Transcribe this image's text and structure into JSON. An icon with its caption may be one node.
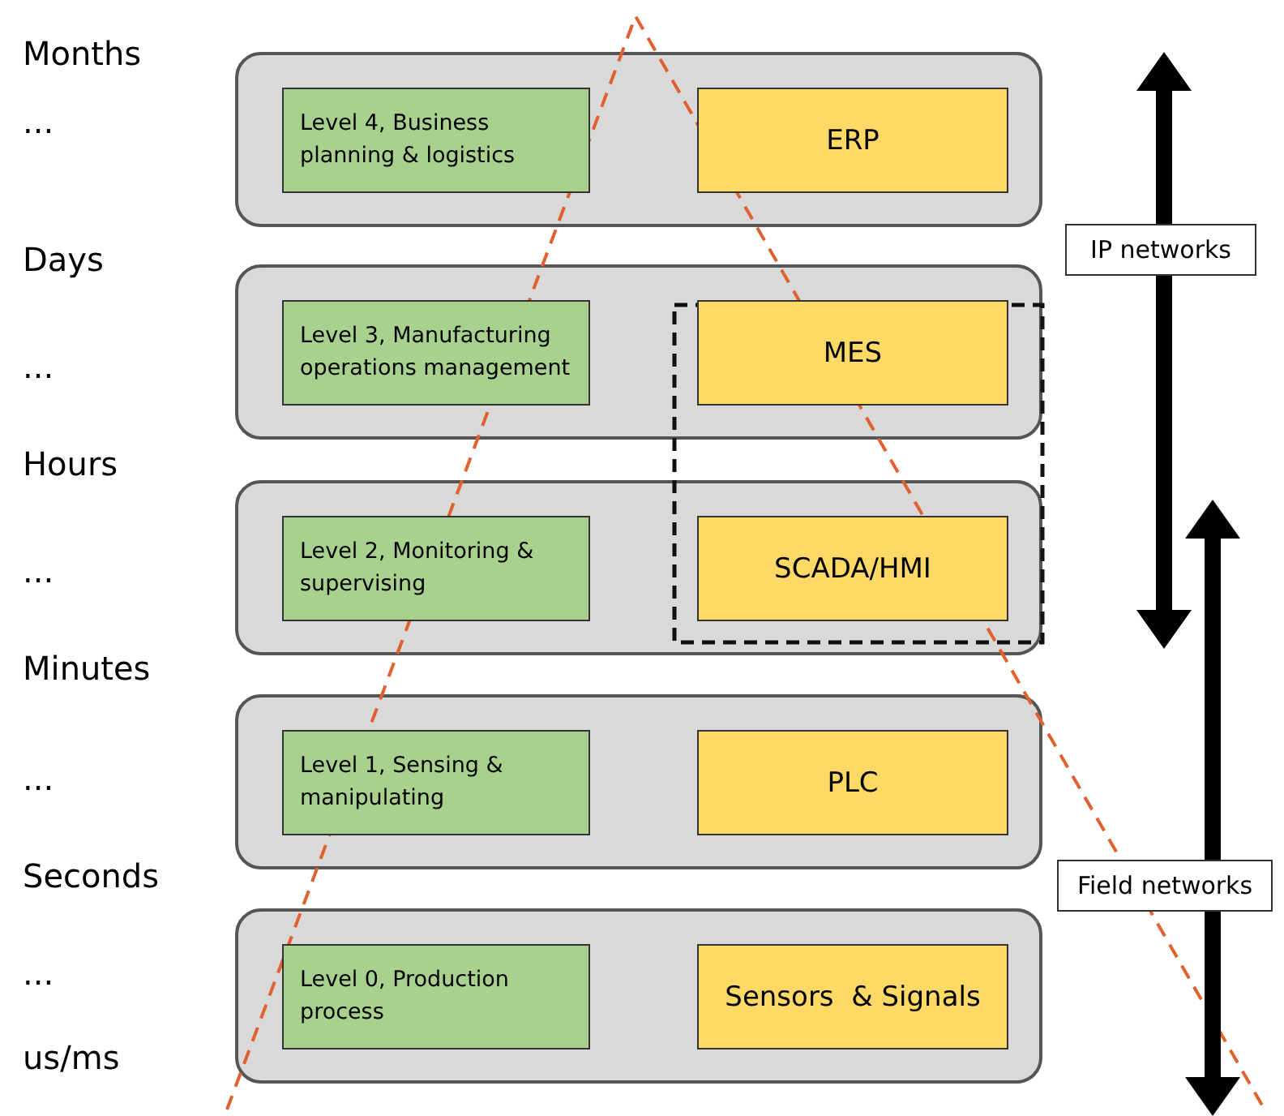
{
  "diagram": {
    "nodes": [
      {
        "text": [],
        "shape": "box"
      },
      {
        "text": [
          "Level 4, Business planning & logistics"
        ],
        "in": 0
      },
      {
        "text": [
          "ERP"
        ],
        "in": 0
      },
      {
        "text": [],
        "shape": "box"
      },
      {
        "text": [
          "Level 3, Manufacturing operations management"
        ],
        "in": 3
      },
      {
        "text": [
          "MES"
        ],
        "in": 3
      },
      {
        "text": [],
        "shape": "box"
      },
      {
        "text": [
          "Level 2, Monitoring & supervising"
        ],
        "in": 6
      },
      {
        "text": [
          "SCADA/HMI"
        ],
        "in": 6
      },
      {
        "text": [],
        "shape": "box"
      },
      {
        "text": [
          "Level 1, Sensing & manipulating"
        ],
        "in": 9
      },
      {
        "text": [
          "PLC"
        ],
        "in": 9
      },
      {
        "text": [],
        "shape": "box"
      },
      {
        "text": [
          "Level 0, Production process"
        ],
        "in": 12
      },
      {
        "text": [
          "Sensors  & Signals"
        ],
        "in": 12
      },
      {
        "text": [
          "IP networks"
        ]
      },
      {
        "text": [
          "Field networks"
        ]
      }
    ],
    "labels": [
      "Months",
      "...",
      "Days",
      "...",
      "Hours",
      "...",
      "Minutes",
      "...",
      "Seconds",
      "...",
      "us/ms"
    ]
  }
}
